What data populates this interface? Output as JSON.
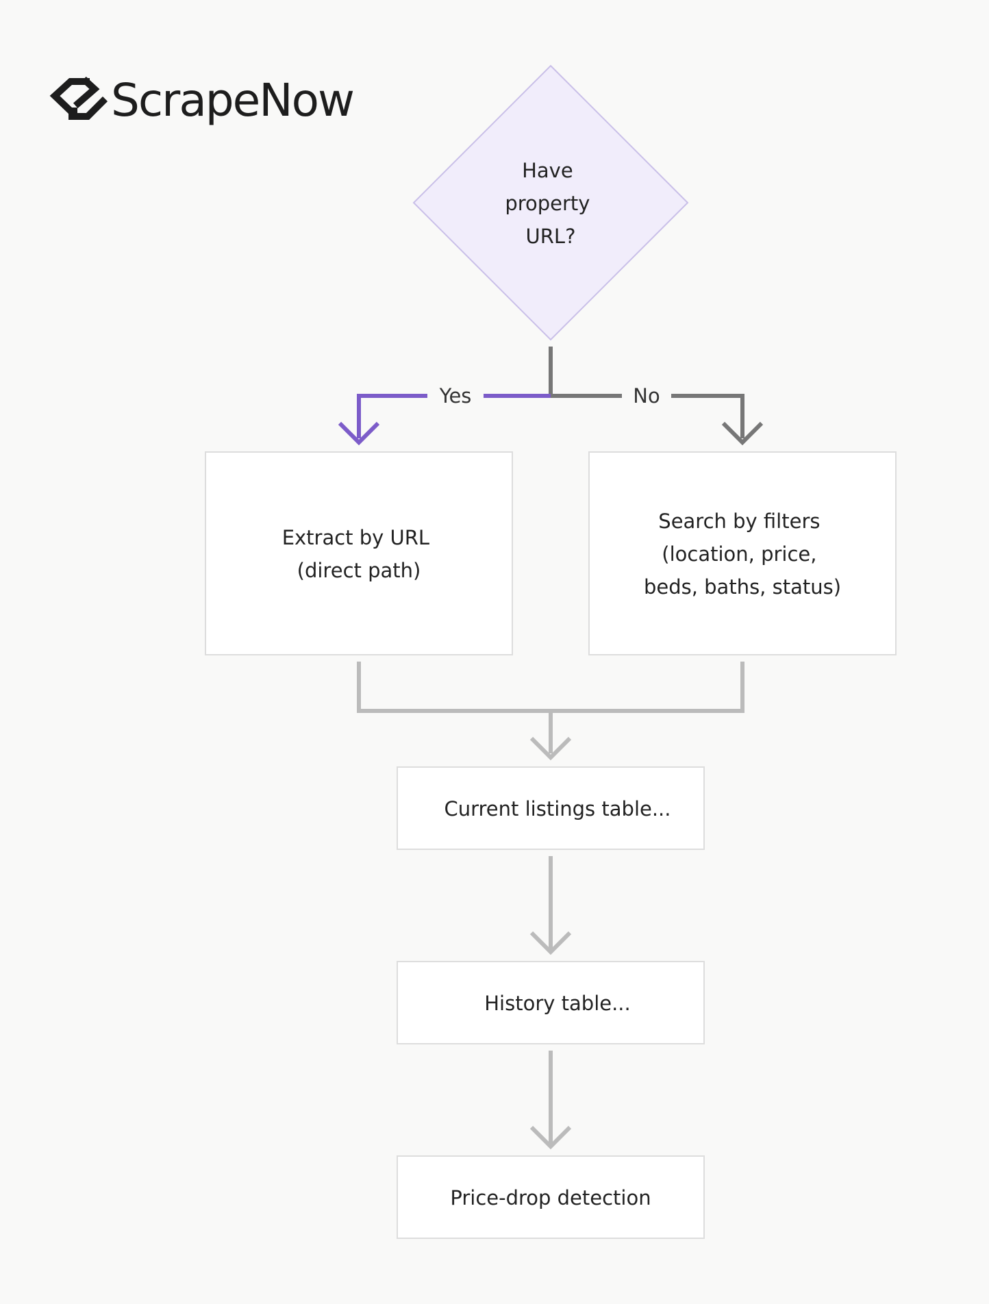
{
  "brand": {
    "name": "ScrapeNow",
    "icon": "scrapenow-logo-icon"
  },
  "nodes": {
    "decision": {
      "lines": [
        "Have",
        "property",
        "URL?"
      ]
    },
    "extract_by_url": {
      "lines": [
        "Extract by URL",
        "(direct path)"
      ]
    },
    "search_by_filters": {
      "lines": [
        "Search by filters",
        "(location, price,",
        "beds, baths, status)"
      ]
    },
    "current_listings": {
      "lines": [
        "Current listings table..."
      ]
    },
    "history": {
      "lines": [
        "History table..."
      ]
    },
    "price_drop": {
      "lines": [
        "Price-drop detection"
      ]
    }
  },
  "edges": {
    "yes_label": "Yes",
    "no_label": "No"
  },
  "colors": {
    "background": "#f9f9f8",
    "decision_fill": "#f1edfb",
    "decision_stroke": "#c9bfe8",
    "yes_path": "#7c5cc9",
    "no_path": "#777777",
    "flow_arrow": "#bbbbbb",
    "box_stroke": "#dddddd",
    "box_fill": "#ffffff"
  }
}
